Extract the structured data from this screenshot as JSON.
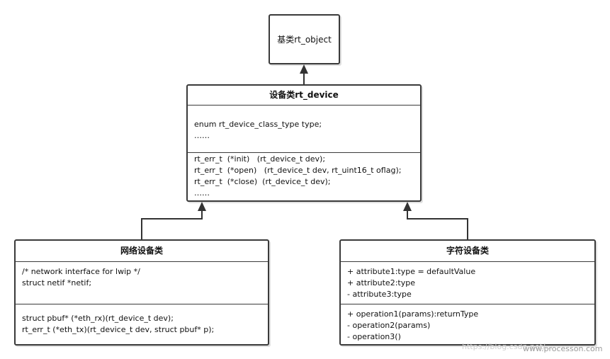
{
  "base_class": {
    "title": "基类rt_object"
  },
  "device_class": {
    "title": "设备类rt_device",
    "attributes": [
      "enum rt_device_class_type type;",
      "……"
    ],
    "operations": [
      "rt_err_t  (*init)   (rt_device_t dev);",
      "rt_err_t  (*open)   (rt_device_t dev, rt_uint16_t oflag);",
      "rt_err_t  (*close)  (rt_device_t dev);",
      "……"
    ]
  },
  "net_class": {
    "title": "网络设备类",
    "attributes": [
      "/* network interface for lwip */",
      "struct netif *netif;"
    ],
    "operations": [
      "struct pbuf* (*eth_rx)(rt_device_t dev);",
      "rt_err_t (*eth_tx)(rt_device_t dev, struct pbuf* p);"
    ]
  },
  "char_class": {
    "title": "字符设备类",
    "attributes": [
      "+ attribute1:type = defaultValue",
      "+ attribute2:type",
      "- attribute3:type"
    ],
    "operations": [
      "+ operation1(params):returnType",
      "- operation2(params)",
      "- operation3()"
    ]
  },
  "watermark": {
    "faded": "https://blog.csdn.net/...",
    "site": "www.processon.com"
  },
  "colors": {
    "border": "#3a3a3a",
    "line": "#333333",
    "watermark": "#9a9a9a"
  }
}
